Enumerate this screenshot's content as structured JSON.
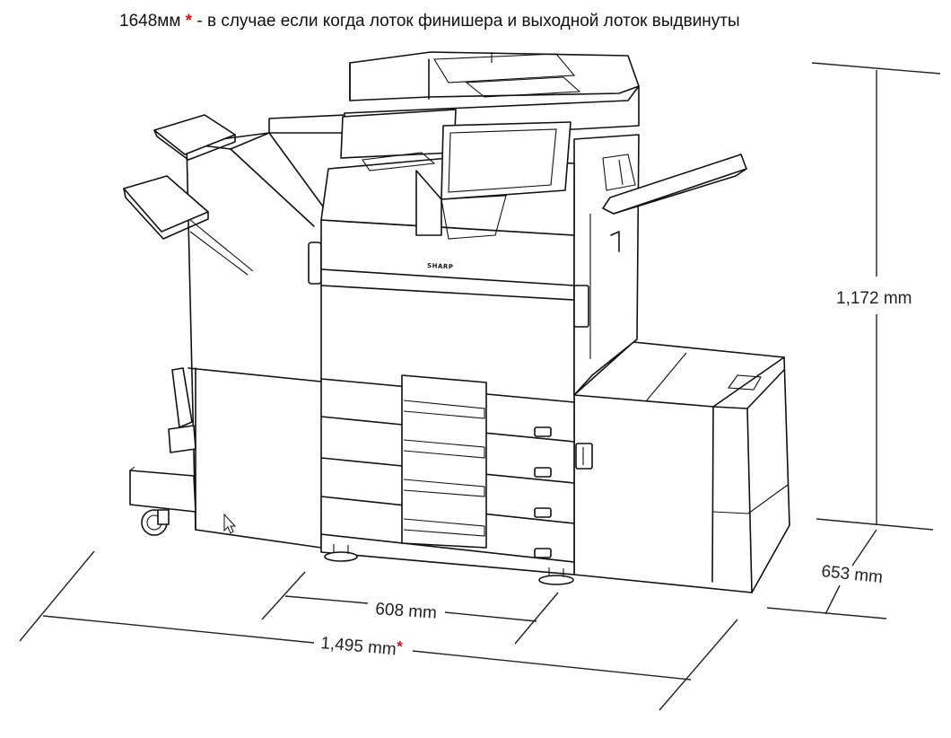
{
  "note": {
    "text_before": "1648мм ",
    "star": "*",
    "text_after": " - в случае если когда лоток финишера и выходной лоток выдвинуты"
  },
  "dimensions": {
    "height": "1,172 mm",
    "depth": "653 mm",
    "width_main": "608 mm",
    "width_total": "1,495 mm",
    "width_total_star": "*"
  },
  "brand": "SHARP",
  "colors": {
    "accent_star": "#d01818",
    "line": "#111111"
  }
}
